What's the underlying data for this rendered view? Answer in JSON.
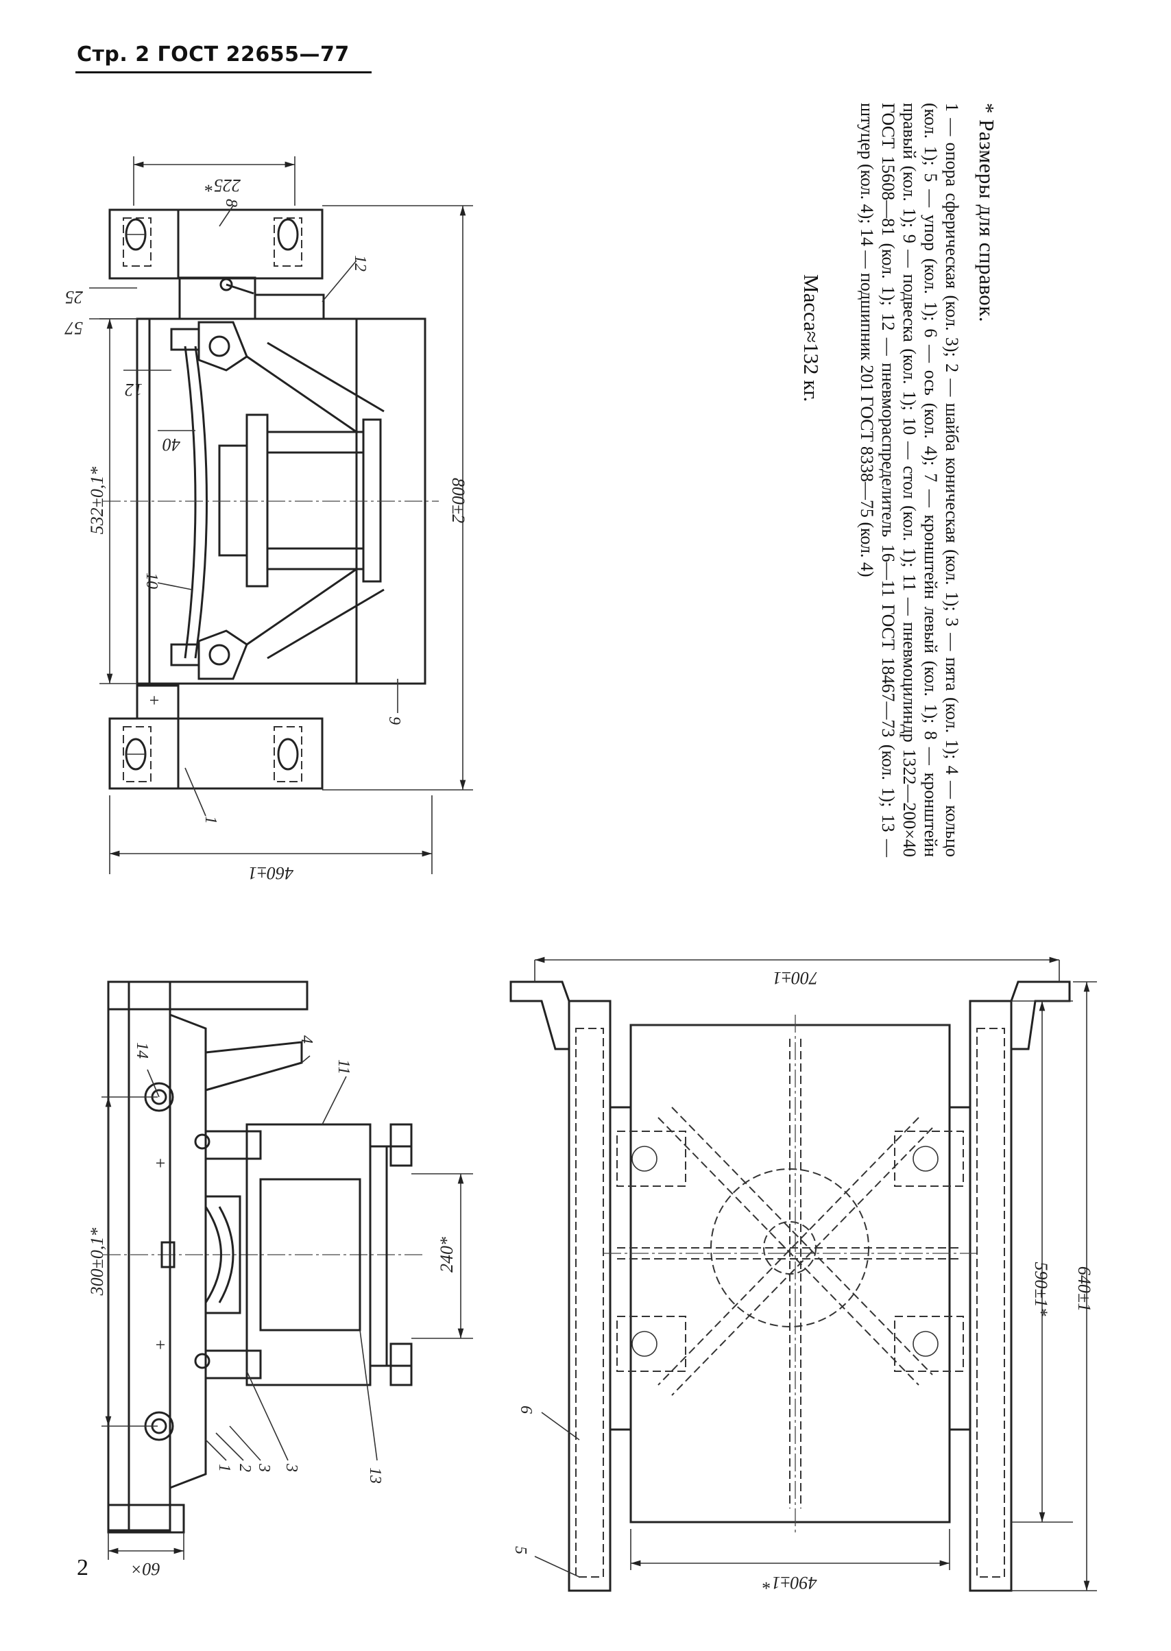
{
  "header": {
    "text": "Стр. 2 ГОСТ 22655—77"
  },
  "page_number": "2",
  "note": {
    "reference_dimensions": "* Размеры для справок."
  },
  "parts_legend": "1 — опора сферическая (кол. 3); 2 — шайба коническая (кол. 1); 3 — пята (кол. 1); 4 — кольцо (кол. 1); 5 — упор (кол. 1); 6 — ось (кол. 4); 7 — кронштейн левый (кол. 1); 8 — кронштейн правый (кол. 1); 9 — подвеска (кол. 1); 10 — стол (кол. 1); 11 — пневмоцилиндр 1322—200×40 ГОСТ 15608—81 (кол. 1); 12 — пневмораспределитель 16—11 ГОСТ 18467—73 (кол. 1); 13 — штуцер (кол. 4); 14 — подшипник 201 ГОСТ 8338—75 (кол. 4)",
  "mass": "Масса≈132 кг.",
  "drawing": {
    "dimensions": {
      "d225": "225*",
      "d800": "800±2",
      "d532": "532±0,1*",
      "d460": "460±1",
      "d25": "25",
      "d57": "57",
      "d12": "12",
      "d40": "40",
      "d300": "300±0,1*",
      "d240": "240*",
      "d60": "60×",
      "d700": "700±1",
      "d490": "490±1*",
      "d590": "590±1*",
      "d640": "640±1"
    },
    "labels": {
      "p1": "1",
      "p2": "2",
      "p3": "3",
      "p4": "4",
      "p5": "5",
      "p6": "6",
      "p8": "8",
      "p9": "9",
      "p10": "10",
      "p11": "11",
      "p12": "12",
      "p13": "13",
      "p14": "14"
    }
  }
}
